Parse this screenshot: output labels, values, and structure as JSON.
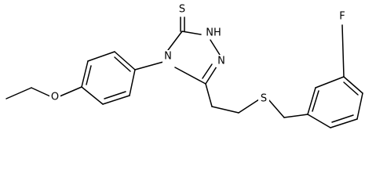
{
  "molecule": {
    "atoms": {
      "sulfur_thione": "S",
      "nh": "NH",
      "n_ring": "N",
      "n4": "N",
      "oxygen": "O",
      "sulfur_thioether": "S",
      "fluorine": "F"
    },
    "colors": {
      "bond": "#000000",
      "label": "#000000",
      "background": "#ffffff"
    }
  }
}
